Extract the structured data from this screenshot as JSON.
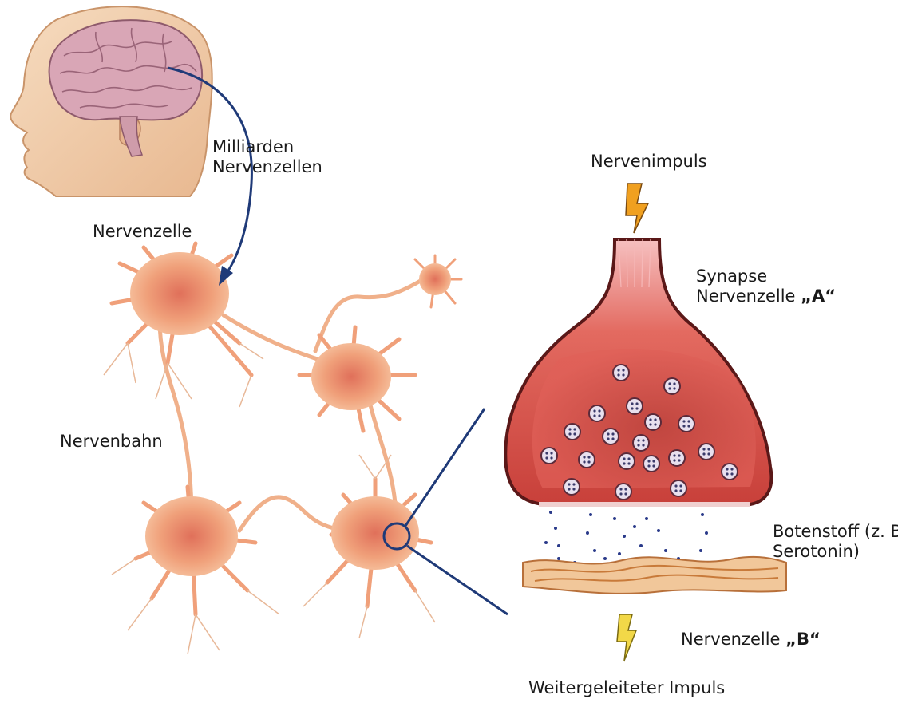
{
  "labels": {
    "milliarden_line1": "Milliarden",
    "milliarden_line2": "Nervenzellen",
    "nervenzelle": "Nervenzelle",
    "nervenbahn": "Nervenbahn",
    "nervenimpuls": "Nervenimpuls",
    "synapse_line1": "Synapse",
    "synapse_line2_prefix": "Nervenzelle ",
    "synapse_line2_quote": "„A“",
    "botenstoff_line1": "Botenstoff (z. B.",
    "botenstoff_line2": "Serotonin)",
    "nervenzelle_b_prefix": "Nervenzelle ",
    "nervenzelle_b_quote": "„B“",
    "weitergeleitet": "Weitergeleiteter Impuls"
  },
  "colors": {
    "connector_line": "#1f3a78",
    "neuron_body": "#f0a07a",
    "neuron_core": "#e0705a",
    "synapse_red": "#d64a45",
    "synapse_dark": "#8a2020",
    "impulse_orange": "#f0a020",
    "impulse_yellow": "#f2d848",
    "skin": "#f3d6b8",
    "brain": "#d8a8b8"
  }
}
